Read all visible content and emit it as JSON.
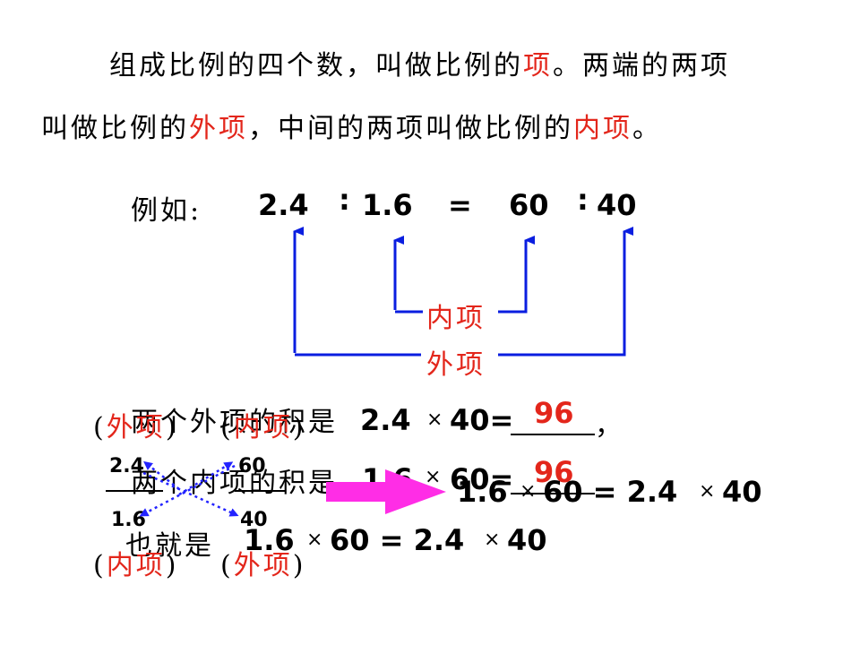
{
  "definition": {
    "line1_prefix": "组成比例的四个数，叫做比例的",
    "line1_term": "项",
    "line1_suffix": "。两端的两项",
    "line2_prefix": "叫做比例的",
    "line2_term_outer": "外项",
    "line2_middle": "，中间的两项叫做比例的",
    "line2_term_inner": "内项",
    "line2_suffix": "。"
  },
  "example": {
    "label": "例如:",
    "a": "2.4",
    "colon1": ":",
    "b": "1.6",
    "equals": "=",
    "c": "60",
    "colon2": ":",
    "d": "40",
    "inner_label": "内项",
    "outer_label": "外项"
  },
  "products": {
    "outer_text": "两个外项的积是",
    "outer_expr_a": "2.4",
    "outer_expr_b": "40=",
    "outer_answer": "96",
    "outer_comma": "，",
    "inner_text": "两个内项的积是",
    "inner_expr_a": "1.6",
    "inner_expr_b": "60=",
    "inner_answer": "96",
    "times": "×",
    "conclusion_a": "1.6",
    "conclusion_b": "60 = 2.4",
    "conclusion_c": "40",
    "also_text": "也就是",
    "also_a": "1.6",
    "also_b": "60 = 2.4",
    "also_c": "40"
  },
  "fraction": {
    "top_left": "2.4",
    "bottom_left": "1.6",
    "top_right": "60",
    "bottom_right": "40",
    "paren_open": "(",
    "paren_close": ")",
    "top_left_tag": "外项",
    "top_right_tag": "内项",
    "bottom_left_tag": "内项",
    "bottom_right_tag": "外项"
  },
  "colors": {
    "accent_red": "#e3261b",
    "bracket_blue": "#0a1ee0",
    "arrow_magenta": "#ff2de6",
    "dotted_blue": "#2323ff"
  }
}
